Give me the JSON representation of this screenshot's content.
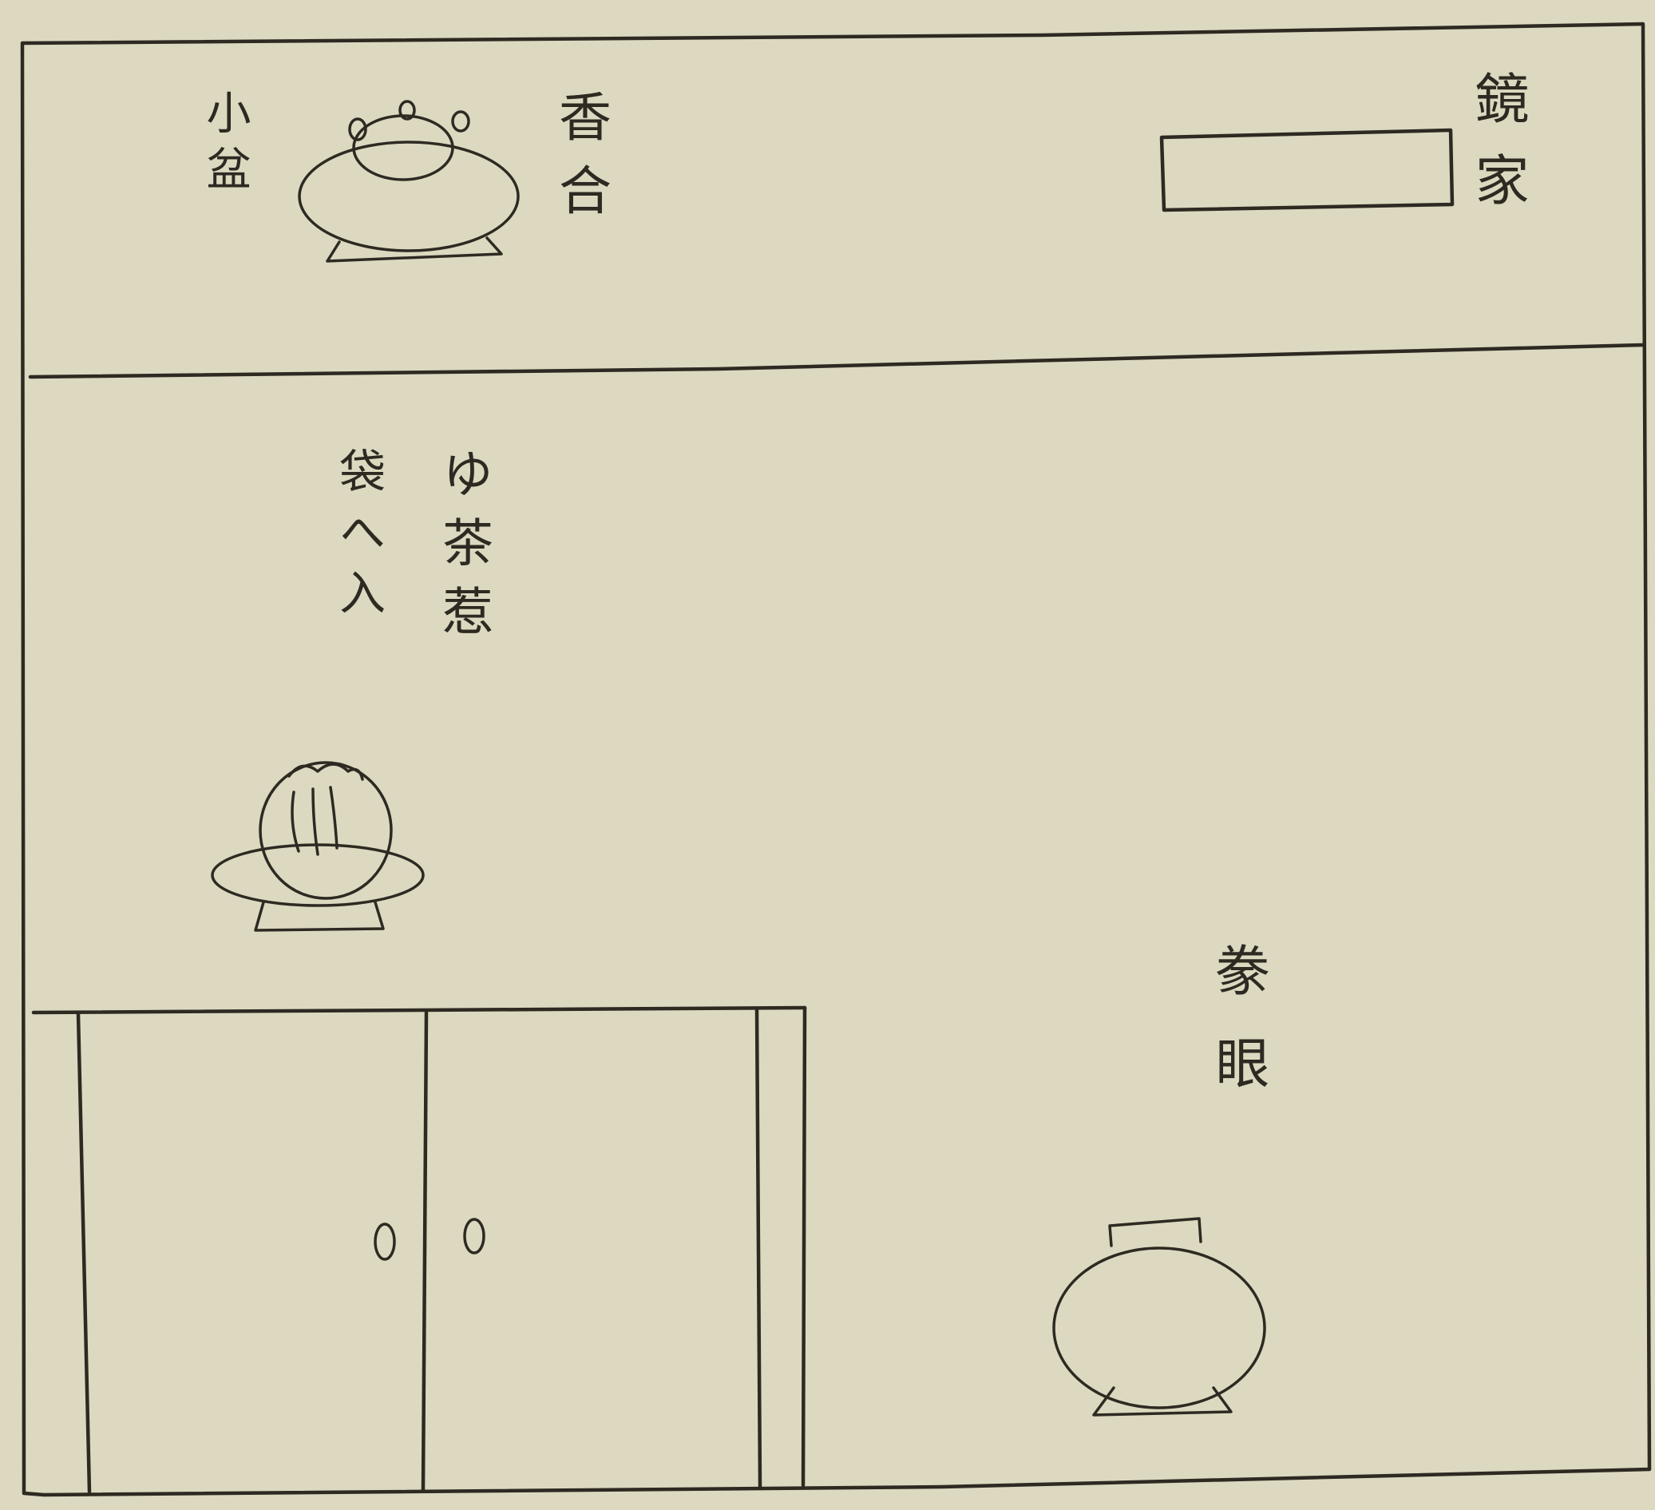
{
  "labels": {
    "kobon": "小盆",
    "kogo": "香合",
    "kyobako": "鏡家",
    "chaire": "ゆ茶惹",
    "fukuro": "袋へ入",
    "tengan": "豢眼"
  },
  "colors": {
    "paper": "#dcd9c0",
    "ink": "#2e2a22"
  }
}
